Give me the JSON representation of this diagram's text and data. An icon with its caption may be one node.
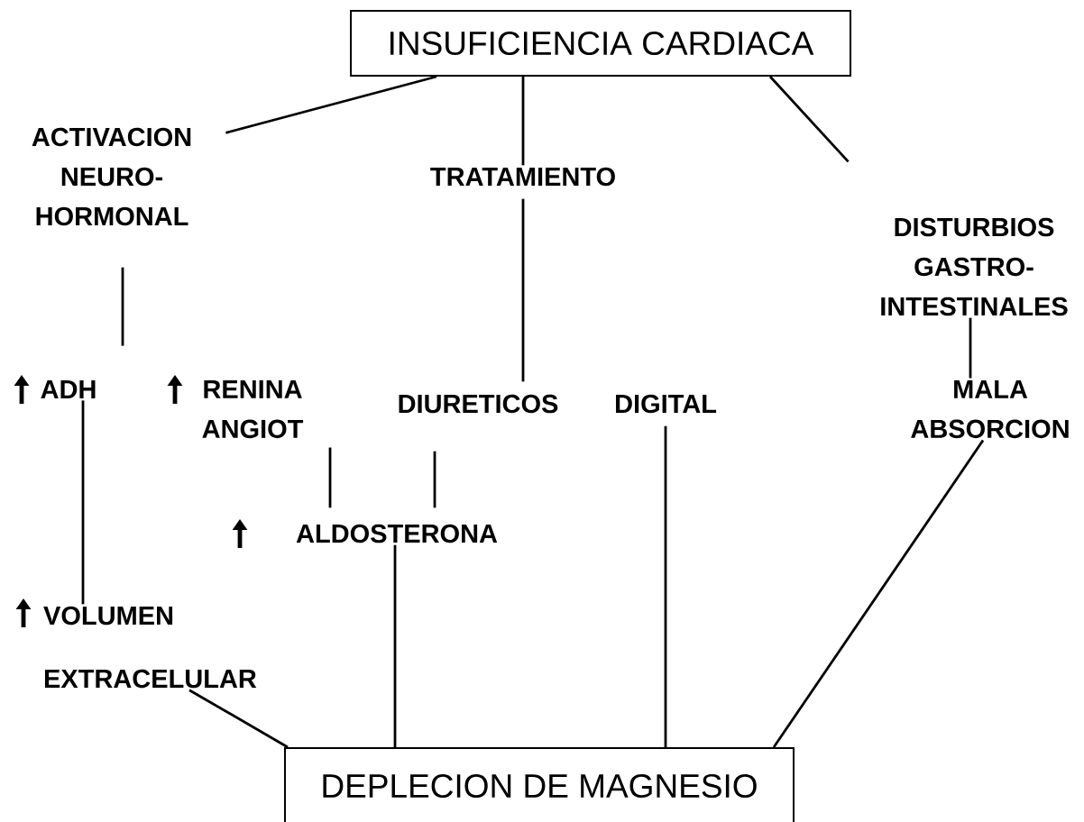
{
  "diagram": {
    "nodes": [
      {
        "text": [
          "INSUFICIENCIA CARDIACA"
        ]
      },
      {
        "text": [
          "ACTIVACION NEURO- HORMONAL"
        ]
      },
      {
        "text": [
          "TRATAMIENTO"
        ]
      },
      {
        "text": [
          "DISTURBIOS GASTRO- INTESTINALES"
        ]
      },
      {
        "text": [
          "ADH"
        ]
      },
      {
        "text": [
          "RENINA ANGIOT"
        ]
      },
      {
        "text": [
          "DIURETICOS"
        ]
      },
      {
        "text": [
          "DIGITAL"
        ]
      },
      {
        "text": [
          "MALA ABSORCION"
        ]
      },
      {
        "text": [
          "ALDOSTERONA"
        ]
      },
      {
        "text": [
          "VOLUMEN EXTRACELULAR"
        ]
      },
      {
        "text": [
          "DEPLECION DE MAGNESIO"
        ]
      }
    ],
    "edges": [
      {
        "from": 0,
        "to": 1,
        "arrow": "none"
      },
      {
        "from": 0,
        "to": 2,
        "arrow": "none"
      },
      {
        "from": 0,
        "to": 3,
        "arrow": "none"
      },
      {
        "from": 1,
        "to": 4,
        "arrow": "none"
      },
      {
        "from": 2,
        "to": 6,
        "arrow": "none"
      },
      {
        "from": 3,
        "to": 8,
        "arrow": "none"
      },
      {
        "from": 4,
        "to": 10,
        "arrow": "none"
      },
      {
        "from": 5,
        "to": 9,
        "arrow": "none"
      },
      {
        "from": 6,
        "to": 9,
        "arrow": "none"
      },
      {
        "from": 9,
        "to": 11,
        "arrow": "none"
      },
      {
        "from": 7,
        "to": 11,
        "arrow": "none"
      },
      {
        "from": 8,
        "to": 11,
        "arrow": "none"
      },
      {
        "from": 10,
        "to": 11,
        "arrow": "none"
      }
    ]
  }
}
